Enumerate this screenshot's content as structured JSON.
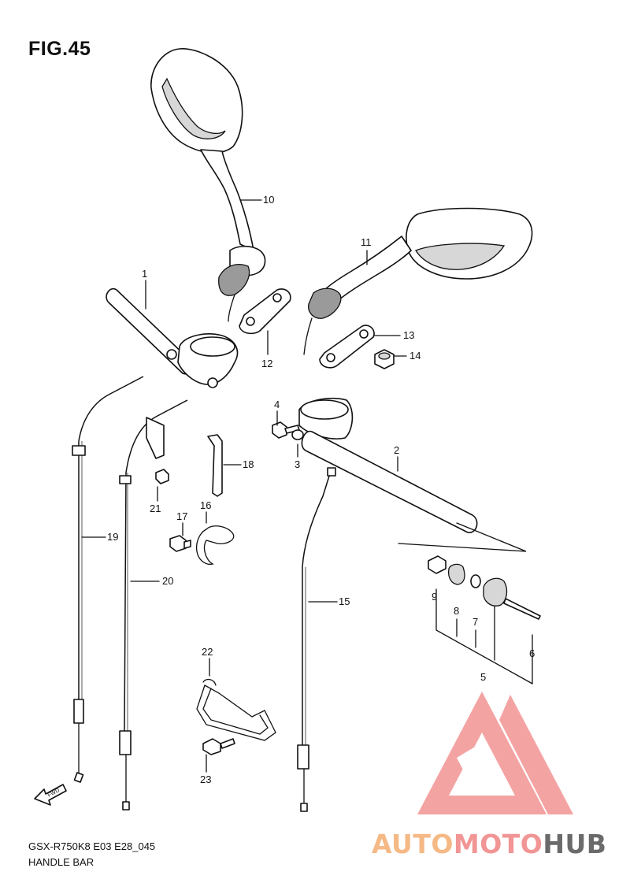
{
  "figure": {
    "title": "FIG.45",
    "model_code": "GSX-R750K8 E03 E28_045",
    "assembly_name": "HANDLE BAR"
  },
  "part_labels": [
    {
      "id": "1",
      "text": "1"
    },
    {
      "id": "2",
      "text": "2"
    },
    {
      "id": "3",
      "text": "3"
    },
    {
      "id": "4",
      "text": "4"
    },
    {
      "id": "5",
      "text": "5"
    },
    {
      "id": "6",
      "text": "6"
    },
    {
      "id": "7",
      "text": "7"
    },
    {
      "id": "8",
      "text": "8"
    },
    {
      "id": "9",
      "text": "9"
    },
    {
      "id": "10",
      "text": "10"
    },
    {
      "id": "11",
      "text": "11"
    },
    {
      "id": "12",
      "text": "12"
    },
    {
      "id": "13",
      "text": "13"
    },
    {
      "id": "14",
      "text": "14"
    },
    {
      "id": "15",
      "text": "15"
    },
    {
      "id": "16",
      "text": "16"
    },
    {
      "id": "17",
      "text": "17"
    },
    {
      "id": "18",
      "text": "18"
    },
    {
      "id": "19",
      "text": "19"
    },
    {
      "id": "20",
      "text": "20"
    },
    {
      "id": "21",
      "text": "21"
    },
    {
      "id": "22",
      "text": "22"
    },
    {
      "id": "23",
      "text": "23"
    }
  ],
  "direction_marker": {
    "text": "FWD"
  },
  "watermark": {
    "part_a": "AUTO",
    "part_b": "MOTO",
    "part_c": "HUB",
    "color_a": "#f5b27a",
    "color_b": "#f08a8a",
    "color_c": "#5a5a5a",
    "logo_color": "#f39a9a"
  }
}
